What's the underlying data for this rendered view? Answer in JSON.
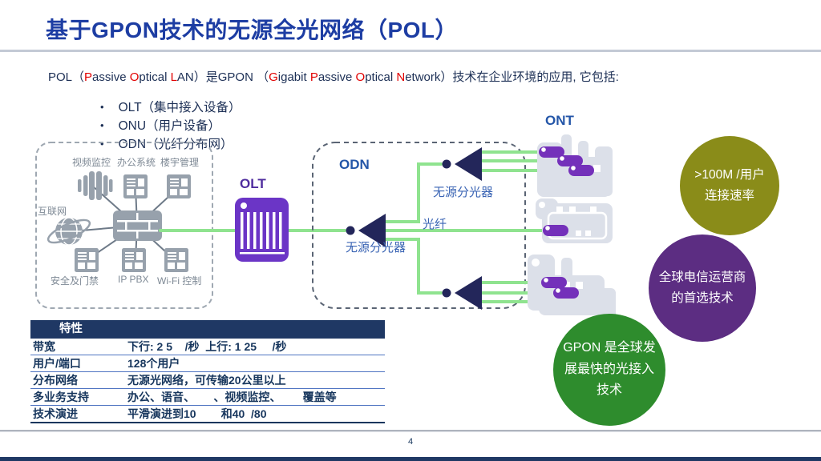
{
  "title": "基于GPON技术的无源全光网络（POL）",
  "intro": {
    "segments": [
      {
        "t": "POL（"
      },
      {
        "t": "P",
        "red": true
      },
      {
        "t": "assive "
      },
      {
        "t": "O",
        "red": true
      },
      {
        "t": "ptical "
      },
      {
        "t": "L",
        "red": true
      },
      {
        "t": "AN）是GPON （"
      },
      {
        "t": "G",
        "red": true
      },
      {
        "t": "igabit "
      },
      {
        "t": "P",
        "red": true
      },
      {
        "t": "assive "
      },
      {
        "t": "O",
        "red": true
      },
      {
        "t": "ptical "
      },
      {
        "t": "N",
        "red": true
      },
      {
        "t": "etwork）技术在企业环境的应用, 它包括:"
      }
    ]
  },
  "bullets": [
    "OLT（集中接入设备）",
    "ONU（用户设备）",
    "ODN（光纤分布网）"
  ],
  "lan_box": {
    "top_labels": [
      "视频监控",
      "办公系统",
      "楼宇管理"
    ],
    "internet_label": "互联网",
    "bottom_labels": [
      "安全及门禁",
      "IP PBX",
      "Wi-Fi 控制"
    ]
  },
  "diagram": {
    "olt_label": "OLT",
    "odn_label": "ODN",
    "ont_label": "ONT",
    "splitter_label_top": "无源分光器",
    "splitter_label_center": "无源分光器",
    "fiber_label": "光纤"
  },
  "circles": [
    {
      "text": ">100M /用户连接速率",
      "color": "#8a8c19"
    },
    {
      "text": "全球电信运营商的首选技术",
      "color": "#5c2d82"
    },
    {
      "text": "GPON 是全球发展最快的光接入技术",
      "color": "#2e8c2d"
    }
  ],
  "table": {
    "header": "特性",
    "rows": [
      {
        "label": "带宽",
        "value": "下行: 2 5    /秒  上行: 1 25     /秒"
      },
      {
        "label": "用户/端口",
        "value": "128个用户"
      },
      {
        "label": "分布网络",
        "value": "无源光网络，可传输20公里以上"
      },
      {
        "label": "多业务支持",
        "value": "办公、语音、      、视频监控、       覆盖等"
      },
      {
        "label": "技术演进",
        "value": "平滑演进到10        和40  /80"
      }
    ]
  },
  "footer": {
    "page_number": "4"
  },
  "colors": {
    "title_blue": "#1d3da3",
    "accent_red": "#e10000",
    "fiber_green": "#8fe38f",
    "device_purple": "#6b35c6",
    "ont_purple": "#7431ba",
    "splitter_navy": "#23265a",
    "diagram_label_blue": "#2456a8",
    "icon_gray": "#97a1ac",
    "building_gray": "#dce0e9",
    "table_header_bg": "#1f3864",
    "circle_olive": "#8a8c19",
    "circle_purple": "#5c2d82",
    "circle_green": "#2e8c2d"
  }
}
